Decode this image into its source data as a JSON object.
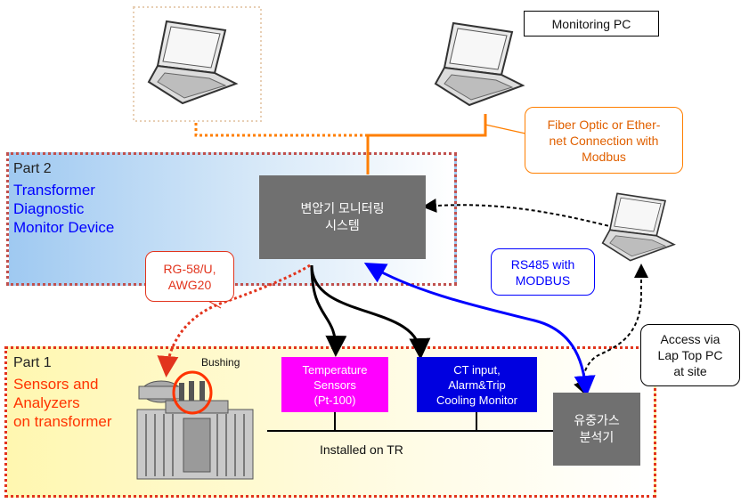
{
  "monitoring_pc_label": "Monitoring PC",
  "part2": {
    "title": "Part 2",
    "subtitle": "Transformer\nDiagnostic\nMonitor Device"
  },
  "part1": {
    "title": "Part 1",
    "subtitle": "Sensors and\nAnalyzers\non transformer"
  },
  "monitoring_system_label": "변압기 모니터링\n시스템",
  "gas_analyzer_label": "유중가스\n분석기",
  "temperature_sensors_label": "Temperature\nSensors\n(Pt-100)",
  "ct_input_label": "CT input,\nAlarm&Trip\nCooling Monitor",
  "callouts": {
    "fiber": "Fiber Optic or Ether-\nnet Connection with\nModbus",
    "rg58": "RG-58/U,\nAWG20",
    "rs485": "RS485 with\nMODBUS",
    "laptop_access": "Access via\nLap Top PC\nat site"
  },
  "bushing_label": "Bushing",
  "installed_label": "Installed on TR",
  "colors": {
    "part2_border": "#c0504d",
    "part1_border": "#e2341d",
    "fiber_orange": "#ff7f00",
    "rs485_blue": "#0000ff",
    "magenta": "#ff00ff",
    "ct_blue": "#0000e0",
    "gray_box": "#707070"
  },
  "icons": [
    "laptop-icon",
    "transformer-image"
  ]
}
